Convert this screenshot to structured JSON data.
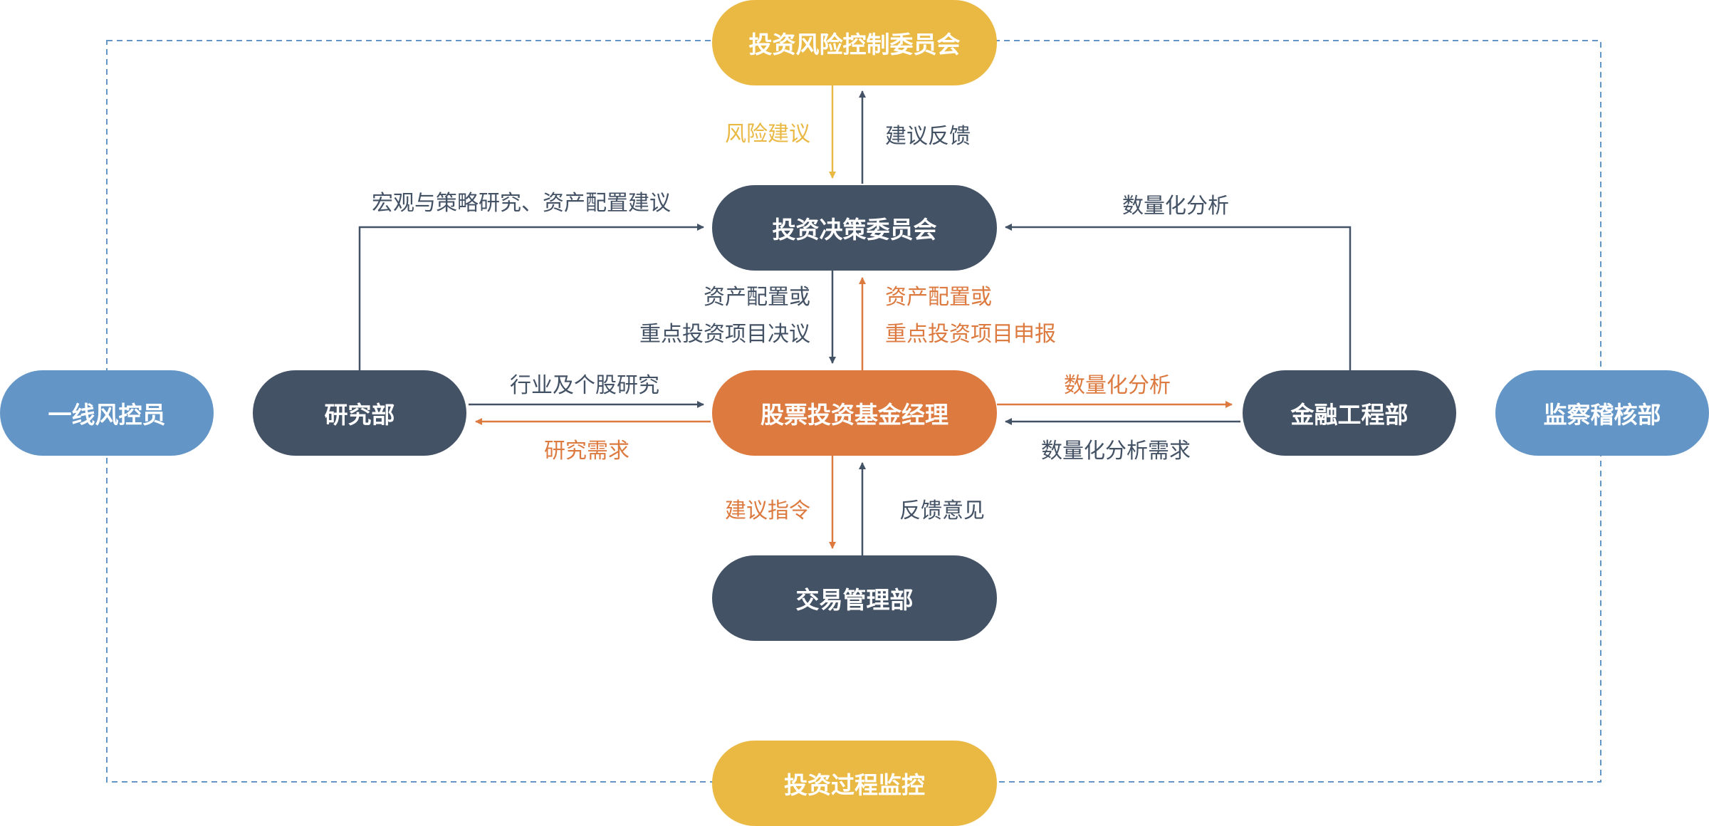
{
  "nodes": {
    "risk_committee": "投资风险控制委员会",
    "decision_committee": "投资决策委员会",
    "fund_manager": "股票投资基金经理",
    "research_dept": "研究部",
    "fin_eng_dept": "金融工程部",
    "trading_dept": "交易管理部",
    "process_monitor": "投资过程监控",
    "frontline_risk": "一线风控员",
    "audit_dept": "监察稽核部"
  },
  "edges": {
    "risk_advice": "风险建议",
    "advice_feedback": "建议反馈",
    "macro_strategy": "宏观与策略研究、资产配置建议",
    "quant_analysis_top": "数量化分析",
    "decision_line1": "资产配置或",
    "decision_line2": "重点投资项目决议",
    "apply_line1": "资产配置或",
    "apply_line2": "重点投资项目申报",
    "industry_research": "行业及个股研究",
    "research_demand": "研究需求",
    "quant_analysis_right": "数量化分析",
    "quant_demand": "数量化分析需求",
    "advice_order": "建议指令",
    "feedback_opinion": "反馈意见"
  },
  "colors": {
    "dark": "#445265",
    "gold": "#e9b944",
    "orange": "#dc7a40",
    "blue": "#6396c7",
    "dashed_border": "#6396c7"
  }
}
